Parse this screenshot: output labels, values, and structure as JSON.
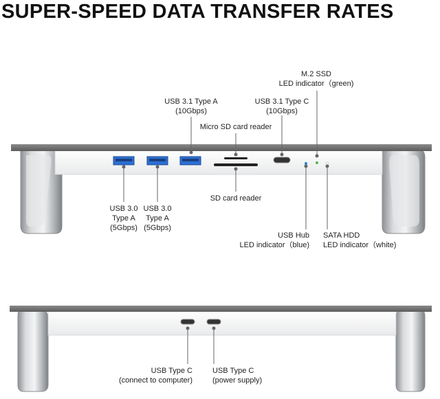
{
  "title": "SUPER-SPEED DATA TRANSFER RATES",
  "colors": {
    "usb3_port": "#2d6fd1",
    "led_blue": "#2a82d8",
    "led_green": "#4dbb4d",
    "shelf_top": "#6e6e6e",
    "shelf_front": "#f4f4f4",
    "leg": "#b9bcc0"
  },
  "top_view": {
    "labels": {
      "usb31a": [
        "USB 3.1 Type A",
        "(10Gbps)"
      ],
      "usb31c": [
        "USB 3.1 Type C",
        "(10Gbps)"
      ],
      "m2": [
        "M.2 SSD",
        "LED indicator（green)"
      ],
      "microsd": [
        "Micro SD card reader"
      ],
      "sd": [
        "SD card reader"
      ],
      "usb30a1": [
        "USB 3.0",
        "Type A",
        "(5Gbps)"
      ],
      "usb30a2": [
        "USB 3.0",
        "Type A",
        "(5Gbps)"
      ],
      "hub": [
        "USB Hub",
        "LED indicator（blue)"
      ],
      "sata": [
        "SATA HDD",
        "LED indicator（white)"
      ]
    }
  },
  "bottom_view": {
    "labels": {
      "usbc1": [
        "USB Type C",
        "(connect to computer)"
      ],
      "usbc2": [
        "USB Type C",
        "(power supply)"
      ]
    }
  }
}
